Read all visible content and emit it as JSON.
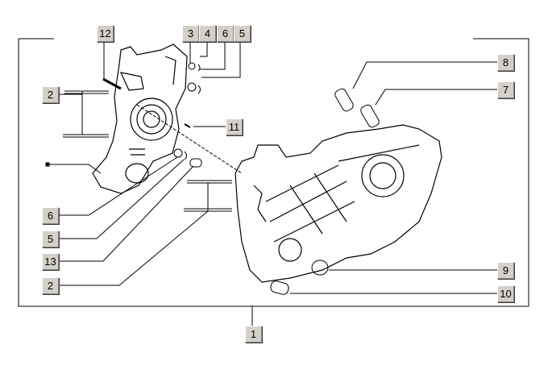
{
  "callouts": [
    {
      "id": "c12",
      "text": "12"
    },
    {
      "id": "c3",
      "text": "3"
    },
    {
      "id": "c4",
      "text": "4"
    },
    {
      "id": "c6a",
      "text": "6"
    },
    {
      "id": "c5a",
      "text": "5"
    },
    {
      "id": "c2a",
      "text": "2"
    },
    {
      "id": "c11",
      "text": "11"
    },
    {
      "id": "c8",
      "text": "8"
    },
    {
      "id": "c7",
      "text": "7"
    },
    {
      "id": "c6b",
      "text": "6"
    },
    {
      "id": "c5b",
      "text": "5"
    },
    {
      "id": "c13",
      "text": "13"
    },
    {
      "id": "c2b",
      "text": "2"
    },
    {
      "id": "c9",
      "text": "9"
    },
    {
      "id": "c10",
      "text": "10"
    },
    {
      "id": "c1",
      "text": "1"
    }
  ]
}
